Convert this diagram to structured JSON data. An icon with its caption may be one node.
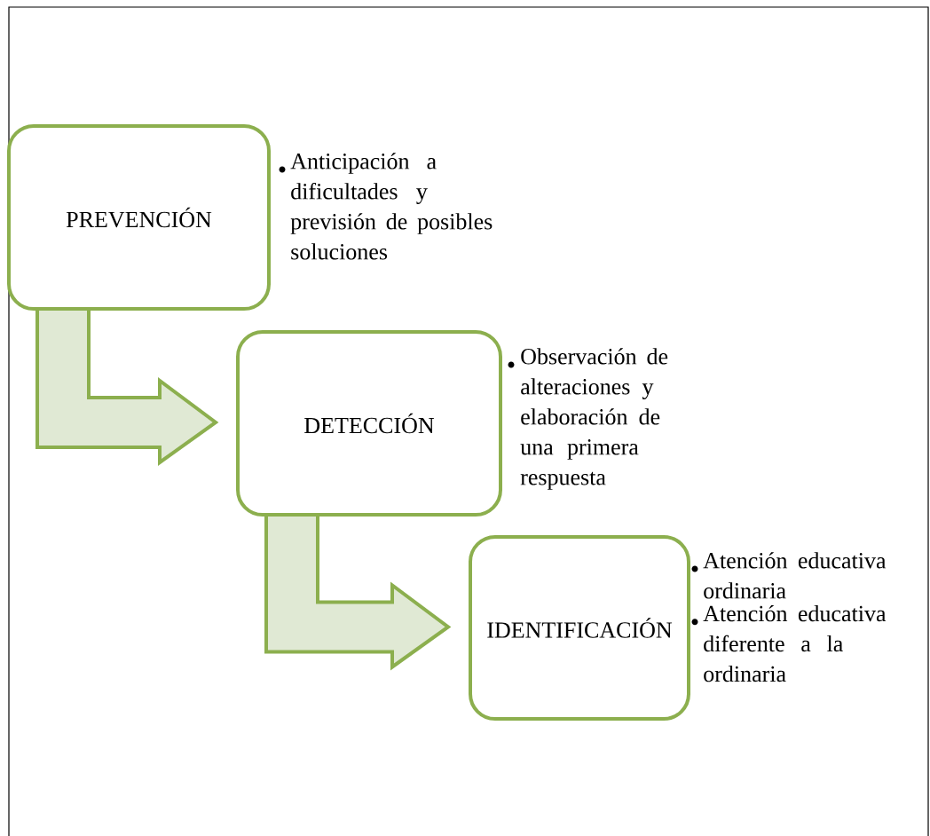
{
  "diagram": {
    "nodes": [
      {
        "text": [
          "PREVENCIÓN"
        ],
        "beside": [
          "Anticipación a dificultades y previsión de posibles soluciones"
        ]
      },
      {
        "text": [
          "DETECCIÓN"
        ],
        "beside": [
          "Observación de alteraciones y elaboración de una primera respuesta"
        ]
      },
      {
        "text": [
          "IDENTIFICACIÓN"
        ],
        "beside": [
          "Atención educativa ordinaria",
          "Atención educativa diferente a la ordinaria"
        ]
      }
    ],
    "edges": [
      {
        "from": 0,
        "to": 1,
        "arrow": "to"
      },
      {
        "from": 1,
        "to": 2,
        "arrow": "to"
      }
    ]
  }
}
